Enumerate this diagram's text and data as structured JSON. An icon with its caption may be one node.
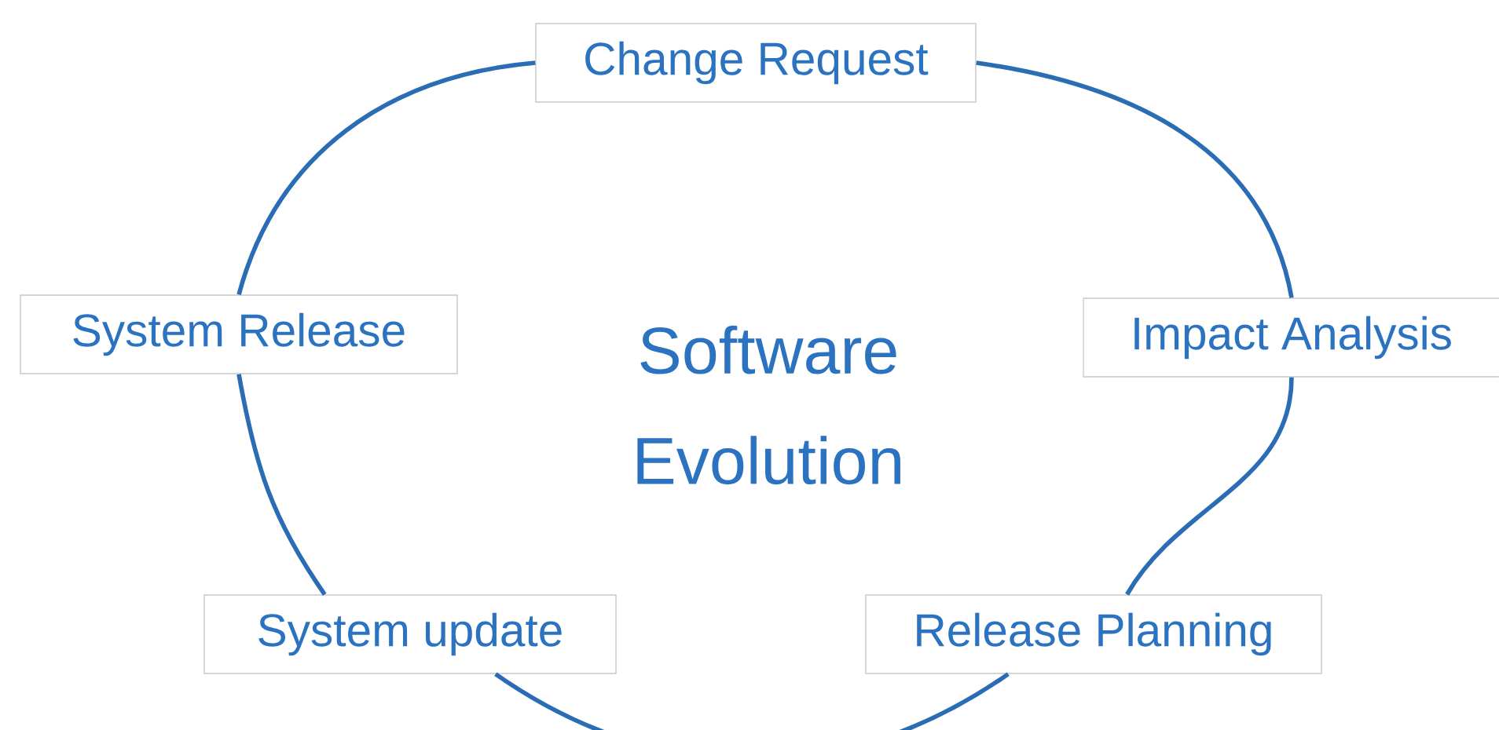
{
  "diagram": {
    "nodes": [
      {
        "text": [
          "Change Request"
        ]
      },
      {
        "text": [
          "System Release"
        ]
      },
      {
        "text": [
          "Impact Analysis"
        ]
      },
      {
        "text": [
          "System update"
        ]
      },
      {
        "text": [
          "Release Planning"
        ]
      }
    ],
    "edges": [
      {
        "from": 0,
        "to": 2,
        "arrow": "none"
      },
      {
        "from": 2,
        "to": 4,
        "arrow": "none"
      },
      {
        "from": 4,
        "to": 3,
        "arrow": "none"
      },
      {
        "from": 3,
        "to": 1,
        "arrow": "none"
      },
      {
        "from": 1,
        "to": 0,
        "arrow": "none"
      }
    ],
    "labels": [
      "Software Evolution"
    ]
  }
}
